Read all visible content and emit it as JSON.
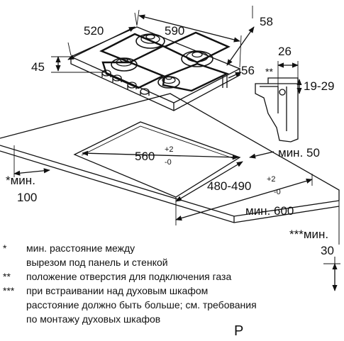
{
  "dimensions": {
    "depth": "520",
    "width": "590",
    "height": "45",
    "edge_distance": "58",
    "pipe_offset": "56",
    "connector_width": "26",
    "connector_mark": "**",
    "connector_range": "19-29",
    "cutout_depth": "560",
    "cutout_depth_tol_plus": "+2",
    "cutout_depth_tol_minus": "-0",
    "cutout_width": "480-490",
    "cutout_width_tol_plus": "+2",
    "cutout_width_tol_minus": "-0",
    "min_back": "мин. 50",
    "min_front_label": "*мин.",
    "min_front_value": "100",
    "min_side": "мин. 600",
    "min_oven_label": "***мин.",
    "min_oven_value": "30"
  },
  "legend": [
    {
      "mark": "*",
      "text": "мин. расстояние между"
    },
    {
      "mark": "",
      "text": "вырезом под панель и стенкой"
    },
    {
      "mark": "**",
      "text": "положение отверстия для подключения газа"
    },
    {
      "mark": "***",
      "text": "при встраивании над духовым шкафом"
    },
    {
      "mark": "",
      "text": "расстояние должно быть больше; см. требования"
    },
    {
      "mark": "",
      "text": "по монтажу духовых шкафов"
    }
  ],
  "page_mark": "P",
  "colors": {
    "line": "#111111",
    "background": "#ffffff"
  }
}
